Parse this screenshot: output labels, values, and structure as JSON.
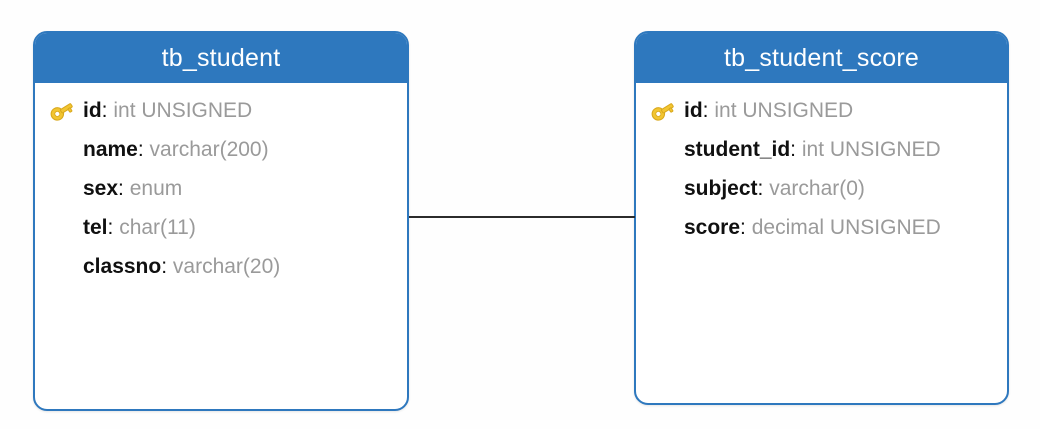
{
  "diagram": {
    "type": "er-diagram",
    "background_color": "#fefefe",
    "accent_color": "#2E78BE",
    "key_icon_color": "#E8C22E",
    "connector_color": "#2b2b2b"
  },
  "tables": [
    {
      "name": "tb_student",
      "title": "tb_student",
      "fields": [
        {
          "key": true,
          "name": "id",
          "separator": ":",
          "type": "int UNSIGNED"
        },
        {
          "key": false,
          "name": "name",
          "separator": ":",
          "type": "varchar(200)"
        },
        {
          "key": false,
          "name": "sex",
          "separator": ":",
          "type": "enum"
        },
        {
          "key": false,
          "name": "tel",
          "separator": ":",
          "type": "char(11)"
        },
        {
          "key": false,
          "name": "classno",
          "separator": ":",
          "type": "varchar(20)"
        }
      ]
    },
    {
      "name": "tb_student_score",
      "title": "tb_student_score",
      "fields": [
        {
          "key": true,
          "name": "id",
          "separator": ":",
          "type": "int UNSIGNED"
        },
        {
          "key": false,
          "name": "student_id",
          "separator": ":",
          "type": "int UNSIGNED"
        },
        {
          "key": false,
          "name": "subject",
          "separator": ":",
          "type": "varchar(0)"
        },
        {
          "key": false,
          "name": "score",
          "separator": ":",
          "type": "decimal UNSIGNED"
        }
      ]
    }
  ],
  "relationships": [
    {
      "from_table": "tb_student",
      "to_table": "tb_student_score",
      "label": ""
    }
  ],
  "icons": {
    "primary_key": "key-icon"
  }
}
